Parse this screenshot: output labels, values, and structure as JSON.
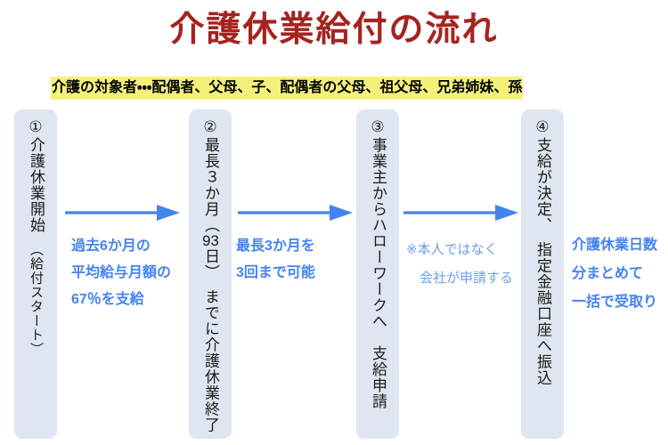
{
  "title": "介護休業給付の流れ",
  "target_note": "介護の対象者・・・配偶者、父母、子、配偶者の父母、祖父母、兄弟姉妹、孫",
  "colors": {
    "title_red": "#a42420",
    "note_highlight_yellow": "#f4f17b",
    "step_box_fill": "#dfe5f1",
    "accent_blue": "#4583ee",
    "light_blue": "#6d9eeb",
    "body_text": "#1b1b1b"
  },
  "steps": [
    {
      "text": "①介護休業開始　",
      "sub": "（給付スタート）"
    },
    {
      "pre": "②最長３か月（",
      "tcy_digits": "93",
      "post": "日）　までに介護休業終了"
    },
    {
      "text": "③事業主からハローワークへ　支給申請"
    },
    {
      "text": "④支給が決定、　指定金融口座へ振込"
    }
  ],
  "annotations": {
    "payment_rate": {
      "lines": [
        "過去6か月の",
        "平均給与月額の",
        "67％を支給"
      ]
    },
    "repeat_limit": {
      "lines": [
        "最長3か月を",
        "3回まで可能"
      ]
    },
    "company_applies": {
      "lines": [
        "※本人ではなく",
        "会社が申請する"
      ]
    },
    "lump_sum": {
      "lines": [
        "介護休業日数",
        "分まとめて",
        "一括で受取り"
      ]
    }
  }
}
